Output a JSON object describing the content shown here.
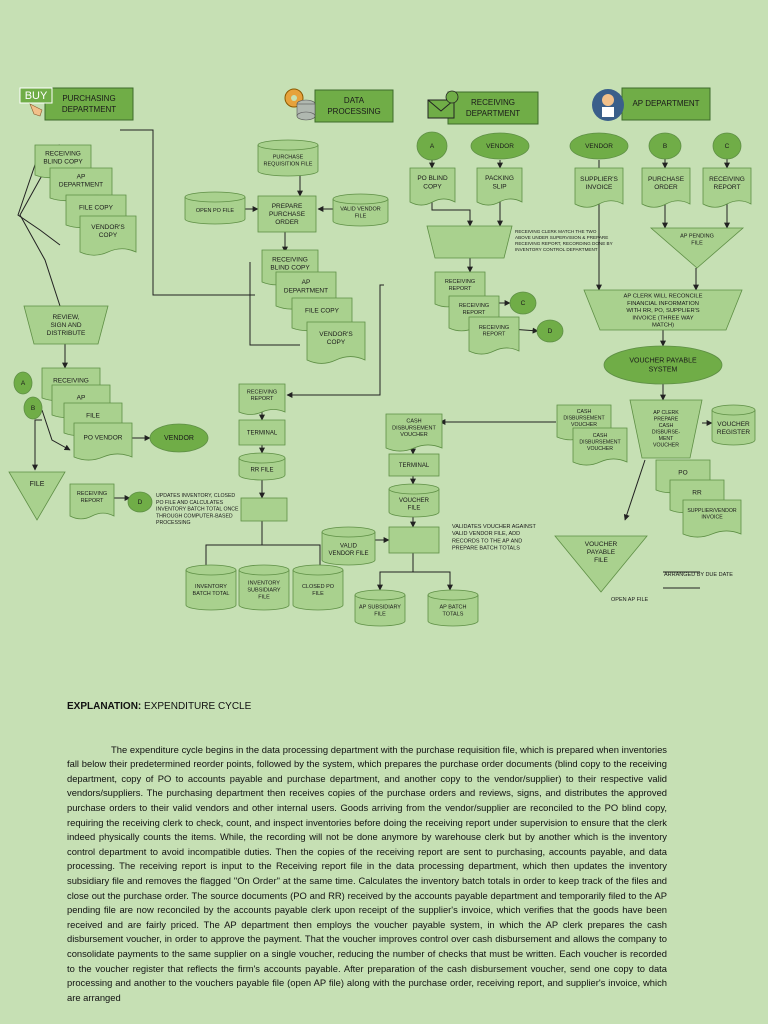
{
  "headers": {
    "purchasing": [
      "PURCHASING",
      "DEPARTMENT"
    ],
    "buy_label": "BUY",
    "data_processing": [
      "DATA",
      "PROCESSING"
    ],
    "receiving": [
      "RECEIVING",
      "DEPARTMENT"
    ],
    "ap": "AP DEPARTMENT"
  },
  "purchasing": {
    "docs_top": [
      "RECEIVING|BLIND COPY",
      "AP|DEPARTMENT",
      "FILE COPY",
      "VENDOR'S|COPY"
    ],
    "review_box": "REVIEW,|SIGN AND|DISTRIBUTE",
    "connector_a": "A",
    "connector_b": "B",
    "docs_bottom": [
      "RECEIVING",
      "AP",
      "FILE",
      "PO VENDOR"
    ],
    "vendor": "VENDOR",
    "file_tri": "FILE"
  },
  "data_processing": {
    "req_file": "PURCHASE|REQUISITION FILE",
    "open_po_file": "OPEN PO FILE",
    "prepare_po": "PREPARE|PURCHASE|ORDER",
    "valid_vendor_file_top": "VALID VENDOR|FILE",
    "docs": [
      "RECEIVING|BLIND COPY",
      "AP|DEPARTMENT",
      "FILE COPY",
      "VENDOR'S|COPY"
    ],
    "receiving_report_doc": "RECEIVING|REPORT",
    "terminal": "TERMINAL",
    "rr_file": "RR FILE",
    "receiving_report_in": "RECEIVING|REPORT",
    "connector_d": "D",
    "update_note": "UPDATES INVENTORY, CLOSED|PO FILE AND CALCULATES|INVENTORY BATCH TOTAL ONCE|THROUGH COMPUTER-BASED|PROCESSING",
    "inv_batch_total": "INVENTORY|BATCH TOTAL",
    "inv_subsidiary": "INVENTORY|SUBSIDIARY|FILE",
    "closed_po": "CLOSED PO|FILE",
    "cash_voucher": "CASH|DISBURSEMENT|VOUCHER",
    "terminal2": "TERMINAL",
    "voucher_file": "VOUCHER|FILE",
    "valid_vendor_file": "VALID|VENDOR FILE",
    "validate_note": "VALIDATES VOUCHER AGAINST|VALID VENDOR FILE, ADD|RECORDS TO THE AP AND|PREPARE BATCH TOTALS",
    "ap_subsidiary": "AP SUBSIDIARY|FILE",
    "ap_batch_totals": "AP BATCH|TOTALS"
  },
  "receiving": {
    "connector_a": "A",
    "vendor": "VENDOR",
    "po_blind": "PO BLIND|COPY",
    "packing_slip": "PACKING|SLIP",
    "match_note": "RECEIVING CLERK MATCH THE TWO|ABOVE UNDER SUPERVISION & PREPARE|RECEIVING REPORT, RECORDING DONE BY|INVENTORY CONTROL DEPARTMENT",
    "reports": [
      "RECEIVING|REPORT",
      "RECEIVING|REPORT",
      "RECEIVING|REPORT"
    ],
    "connector_c": "C",
    "connector_d": "D"
  },
  "ap": {
    "vendor": "VENDOR",
    "connector_b": "B",
    "connector_c": "C",
    "supplier_invoice": "SUPPLIER'S|INVOICE",
    "purchase_order": "PURCHASE|ORDER",
    "receiving_report": "RECEIVING|REPORT",
    "ap_pending_file": "AP PENDING|FILE",
    "reconcile_note": "AP CLERK WILL RECONCILE|FINANCIAL INFORMATION|WITH RR, PO, SUPPLIER'S|INVOICE (THREE WAY|MATCH)",
    "voucher_system": "VOUCHER PAYABLE|SYSTEM",
    "cash_docs": [
      "CASH|DISBURSEMENT|VOUCHER",
      "CASH|DISBURSEMENT|VOUCHER"
    ],
    "ap_clerk_prepare": "AP CLERK|PREPARE|CASH|DISBURSE-|MENT|VOUCHER",
    "voucher_register": "VOUCHER|REGISTER",
    "po": "PO",
    "rr": "RR",
    "supplier_vendor_invoice": "SUPPLIER/VENDOR|INVOICE",
    "voucher_payable_file": "VOUCHER|PAYABLE|FILE",
    "arranged_note": "ARRANGED BY DUE DATE",
    "open_ap_file": "OPEN AP FILE"
  },
  "explanation": {
    "title_bold": "EXPLANATION:",
    "title_rest": " EXPENDITURE CYCLE",
    "body": "The expenditure cycle begins in the data processing department with the purchase requisition file, which is prepared when inventories fall below their predetermined reorder points, followed by the system, which prepares the purchase order documents (blind copy to the receiving department, copy of PO to accounts payable and purchase department, and another copy to the vendor/supplier) to their respective valid vendors/suppliers. The purchasing department then receives copies of the purchase orders and reviews, signs, and distributes the approved purchase orders to their valid vendors and other internal users. Goods arriving from the vendor/supplier are reconciled to the PO blind copy, requiring the receiving clerk to check, count, and inspect inventories before doing the receiving report under supervision to ensure that the clerk indeed physically counts the items. While, the recording will not be done anymore by warehouse clerk but by another which is the inventory control department to avoid incompatible duties. Then the copies of the receiving report are sent to purchasing, accounts payable, and data processing. The receiving report is input to the Receiving report file in the data processing department, which then updates the inventory subsidiary file and removes the flagged \"On Order\" at the same time. Calculates the inventory batch totals in order to keep track of the files and close out the purchase order. The source documents (PO and RR) received by the accounts payable department and temporarily filed to the AP pending file are now reconciled by the accounts payable clerk upon receipt of the supplier's invoice, which verifies that the goods have been received and are fairly priced. The AP department then employs the voucher payable system, in which the AP clerk prepares the cash disbursement voucher, in order to approve the payment. That the voucher improves control over cash disbursement and allows the company to consolidate payments to the same supplier on a single voucher, reducing the number of checks that must be written. Each voucher is recorded to the voucher register that reflects the firm's accounts payable. After preparation of the cash disbursement voucher, send one copy to data processing and another to the vouchers payable file (open AP file) along with the purchase order, receiving report, and supplier's invoice, which are arranged"
  }
}
